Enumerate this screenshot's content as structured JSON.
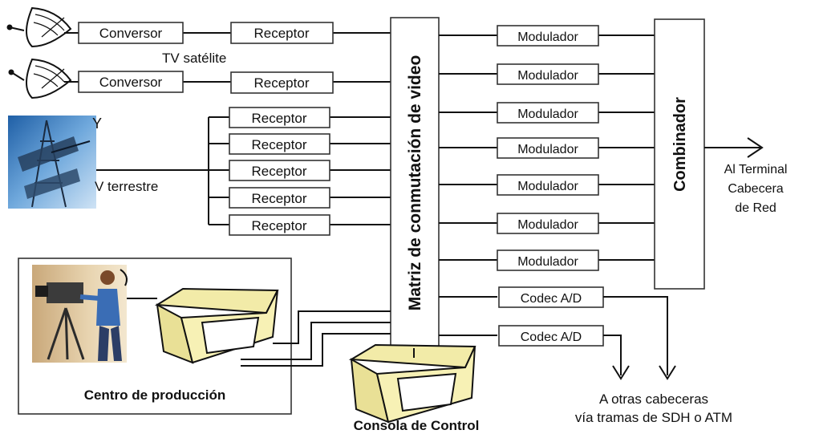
{
  "boxes": {
    "conversor_1": "Conversor",
    "conversor_2": "Conversor",
    "receptor_sat_1": "Receptor",
    "receptor_sat_2": "Receptor",
    "receptor_terr": [
      "Receptor",
      "Receptor",
      "Receptor",
      "Receptor",
      "Receptor"
    ],
    "moduladores": [
      "Modulador",
      "Modulador",
      "Modulador",
      "Modulador",
      "Modulador",
      "Modulador",
      "Modulador"
    ],
    "codecs": [
      "Codec A/D",
      "Codec A/D"
    ],
    "matriz": "Matriz de conmutación de video",
    "combinador": "Combinador"
  },
  "labels": {
    "tv_satelite": "TV satélite",
    "tv_terrestre": "V terrestre",
    "tv_terrestre_partial": "Y",
    "salida": [
      "Al Terminal",
      "Cabecera",
      "de Red"
    ],
    "otras_cabeceras": [
      "A otras cabeceras",
      "vía tramas de SDH o ATM"
    ],
    "centro_produccion": "Centro de producción",
    "consola_control": "Consola de Control"
  },
  "icons": {
    "dish": "satellite-dish-icon",
    "tower": "antenna-tower-icon",
    "camera": "camera-operator-icon",
    "monitor": "monitor-icon"
  }
}
